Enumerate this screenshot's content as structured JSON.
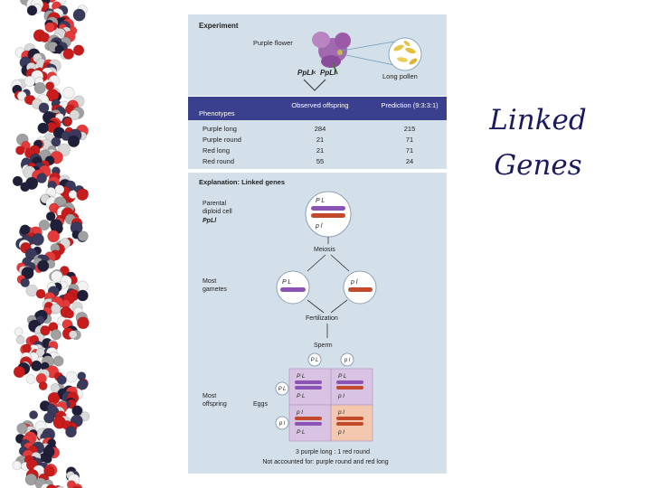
{
  "slide": {
    "title_line1": "Linked",
    "title_line2": "Genes"
  },
  "experiment": {
    "header": "Experiment",
    "purple_flower": "Purple flower",
    "long_pollen": "Long pollen",
    "cross_left": "PpLl",
    "cross_symbol": "×",
    "cross_right": "PpLl"
  },
  "table": {
    "headers": [
      "Phenotypes",
      "Observed offspring",
      "Prediction (9:3:3:1)"
    ],
    "rows": [
      {
        "phenotype": "Purple long",
        "observed": "284",
        "predicted": "215"
      },
      {
        "phenotype": "Purple round",
        "observed": "21",
        "predicted": "71"
      },
      {
        "phenotype": "Red long",
        "observed": "21",
        "predicted": "71"
      },
      {
        "phenotype": "Red round",
        "observed": "55",
        "predicted": "24"
      }
    ]
  },
  "explanation": {
    "header": "Explanation: Linked genes",
    "parental": [
      "Parental",
      "diploid cell",
      "PpLl"
    ],
    "meiosis": "Meiosis",
    "most_gametes": [
      "Most",
      "gametes"
    ],
    "fertilization": "Fertilization",
    "sperm": "Sperm",
    "eggs": "Eggs",
    "most_offspring": [
      "Most",
      "offspring"
    ],
    "allele_PL": "P L",
    "allele_pl": "p l",
    "summary": "3 purple long : 1 red round",
    "note": "Not accounted for: purple round and red long"
  },
  "colors": {
    "panel": "#d3dfe9",
    "header_bar": "#3a3f8e",
    "purple_chromosome": "#8a54b4",
    "red_chromosome": "#c24a2a",
    "purple_cell": "#d8c4e2",
    "peach_cell": "#f3c8ae",
    "title": "#1a1a5e"
  }
}
